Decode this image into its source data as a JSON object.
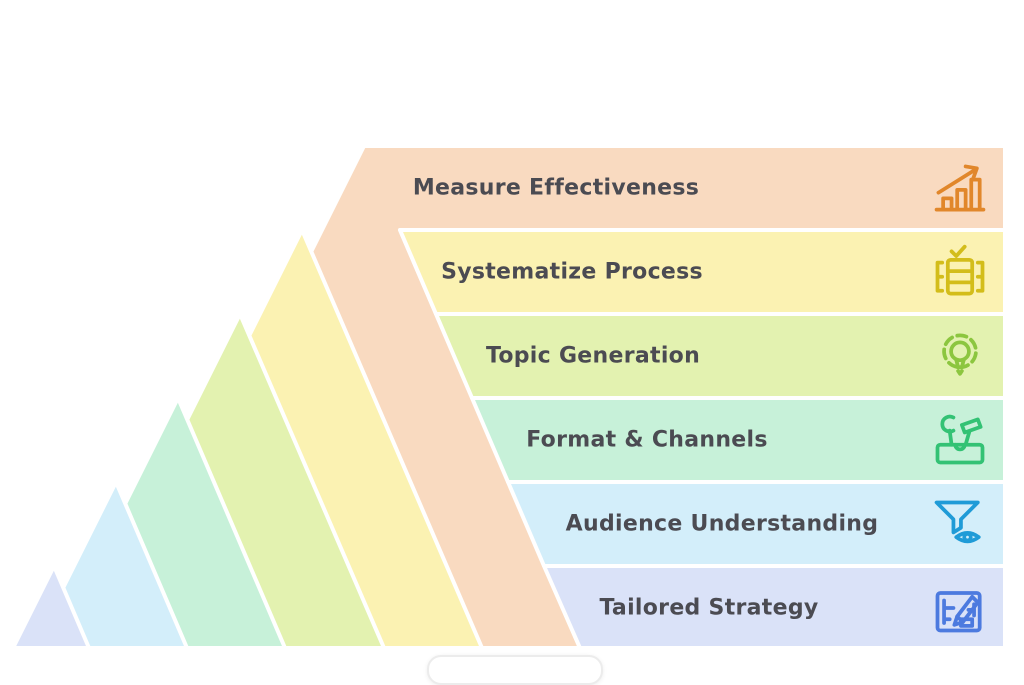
{
  "diagram": {
    "type": "stepped-pyramid",
    "background": "#FFFFFF",
    "separator_color": "#FFFFFF",
    "text_color": "#4B4B52",
    "levels": [
      {
        "rank": 1,
        "label": "Measure Effectiveness",
        "color": "#F9DAC0",
        "icon": "trend-chart-icon",
        "icon_color": "#E1872B"
      },
      {
        "rank": 2,
        "label": "Systematize Process",
        "color": "#FBF2B2",
        "icon": "checklist-table-icon",
        "icon_color": "#D3BD1A"
      },
      {
        "rank": 3,
        "label": "Topic Generation",
        "color": "#E3F2B0",
        "icon": "idea-gear-icon",
        "icon_color": "#8CC63F"
      },
      {
        "rank": 4,
        "label": "Format & Channels",
        "color": "#C7F1D9",
        "icon": "tools-icon",
        "icon_color": "#33C274"
      },
      {
        "rank": 5,
        "label": "Audience Understanding",
        "color": "#D3EEFA",
        "icon": "funnel-eye-icon",
        "icon_color": "#1F9BD7"
      },
      {
        "rank": 6,
        "label": "Tailored Strategy",
        "color": "#DAE2F8",
        "icon": "doc-pencil-icon",
        "icon_color": "#4C7ADF"
      }
    ],
    "watermark_pill": {
      "fill": "#FFFFFF",
      "border_color": "#ECECEC"
    }
  }
}
